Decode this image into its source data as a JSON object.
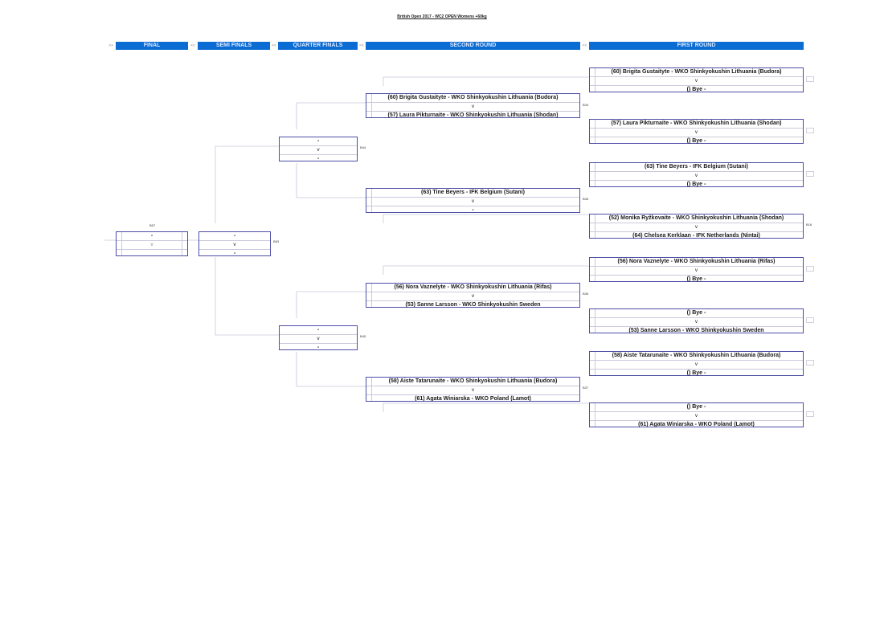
{
  "title": "British Open 2017 - WC2 OPEN Womens +60kg",
  "headers": {
    "arrow_start": ">>",
    "final": "FINAL",
    "arrow_final_semi": "<<",
    "semi": "SEMI FINALS",
    "arrow_semi_quarter": "<<",
    "quarter": "QUARTER FINALS",
    "arrow_quarter_second": "<<",
    "second": "SECOND ROUND",
    "arrow_second_first": "<<",
    "first": "FIRST ROUND"
  },
  "final": {
    "tag": "B57",
    "top": "-",
    "v": "v",
    "bottom": ""
  },
  "semi": {
    "tag": "B53",
    "top": "-",
    "v": "v",
    "bottom": "-"
  },
  "quarter": [
    {
      "tag": "B44",
      "top": "-",
      "v": "v",
      "bottom": "-"
    },
    {
      "tag": "B45",
      "top": "-",
      "v": "v",
      "bottom": "-"
    }
  ],
  "second": [
    {
      "tag": "B34",
      "top": "(60) Brigita Gustaityte - WKO Shinkyokushin Lithuania (Budora)",
      "v": "v",
      "bottom": "(57) Laura Pikturnaite - WKO Shinkyokushin Lithuania (Shodan)"
    },
    {
      "tag": "B35",
      "top": "(63) Tine Beyers - IFK Belgium (Sutani)",
      "v": "v",
      "bottom": "-"
    },
    {
      "tag": "B36",
      "top": "(56) Nora Vaznelyte - WKO Shinkyokushin Lithuania (Rifas)",
      "v": "v",
      "bottom": "(53) Sanne Larsson - WKO Shinkyokushin Sweden"
    },
    {
      "tag": "B37",
      "top": "(58) Aiste Tatarunaite - WKO Shinkyokushin Lithuania (Budora)",
      "v": "v",
      "bottom": "(61) Agata Winiarska - WKO Poland (Lamot)"
    }
  ],
  "first": [
    {
      "tag": "",
      "top": "(60) Brigita Gustaityte - WKO Shinkyokushin Lithuania (Budora)",
      "v": "v",
      "bottom": "() Bye -"
    },
    {
      "tag": "",
      "top": "(57) Laura Pikturnaite - WKO Shinkyokushin Lithuania (Shodan)",
      "v": "v",
      "bottom": "() Bye -"
    },
    {
      "tag": "",
      "top": "(63) Tine Beyers - IFK Belgium (Sutani)",
      "v": "v",
      "bottom": "() Bye -"
    },
    {
      "tag": "B16",
      "top": "(52) Monika Ryžkovaite - WKO Shinkyokushin Lithuania (Shodan)",
      "v": "v",
      "bottom": "(64) Chelsea Kerklaan - IFK Netherlands (Nintai)"
    },
    {
      "tag": "",
      "top": "(56) Nora Vaznelyte - WKO Shinkyokushin Lithuania (Rifas)",
      "v": "v",
      "bottom": "() Bye -"
    },
    {
      "tag": "",
      "top": "() Bye -",
      "v": "v",
      "bottom": "(53) Sanne Larsson - WKO Shinkyokushin Sweden"
    },
    {
      "tag": "",
      "top": "(58) Aiste Tatarunaite - WKO Shinkyokushin Lithuania (Budora)",
      "v": "v",
      "bottom": "() Bye -"
    },
    {
      "tag": "",
      "top": "() Bye -",
      "v": "v",
      "bottom": "(61) Agata Winiarska - WKO Poland (Lamot)"
    }
  ],
  "colors": {
    "header_bg": "#0b6cd3",
    "box_border": "#4c4ea5",
    "line": "#c8c8dc"
  }
}
